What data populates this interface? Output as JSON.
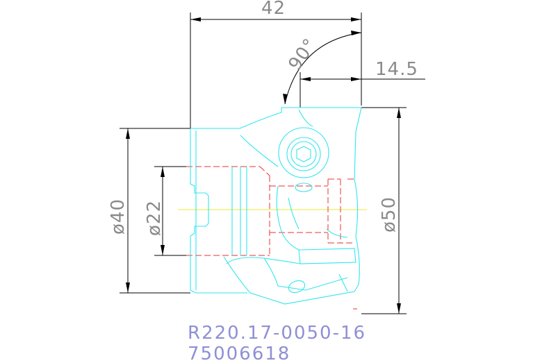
{
  "dimensions": {
    "overall_length": "42",
    "insert_angle": "90°",
    "offset": "14.5",
    "diameter_shank": "ø40",
    "diameter_bore": "ø22",
    "diameter_cutting": "ø50"
  },
  "part": {
    "designation": "R220.17-0050-16",
    "item_number": "75006618"
  },
  "colors": {
    "outline": "#30e6ee",
    "hidden_lines": "#ee3030",
    "center_line": "#e6ee30",
    "dimension_lines": "#000000",
    "dimension_text": "#8a8a8a",
    "label_text": "#8f8fd4"
  }
}
